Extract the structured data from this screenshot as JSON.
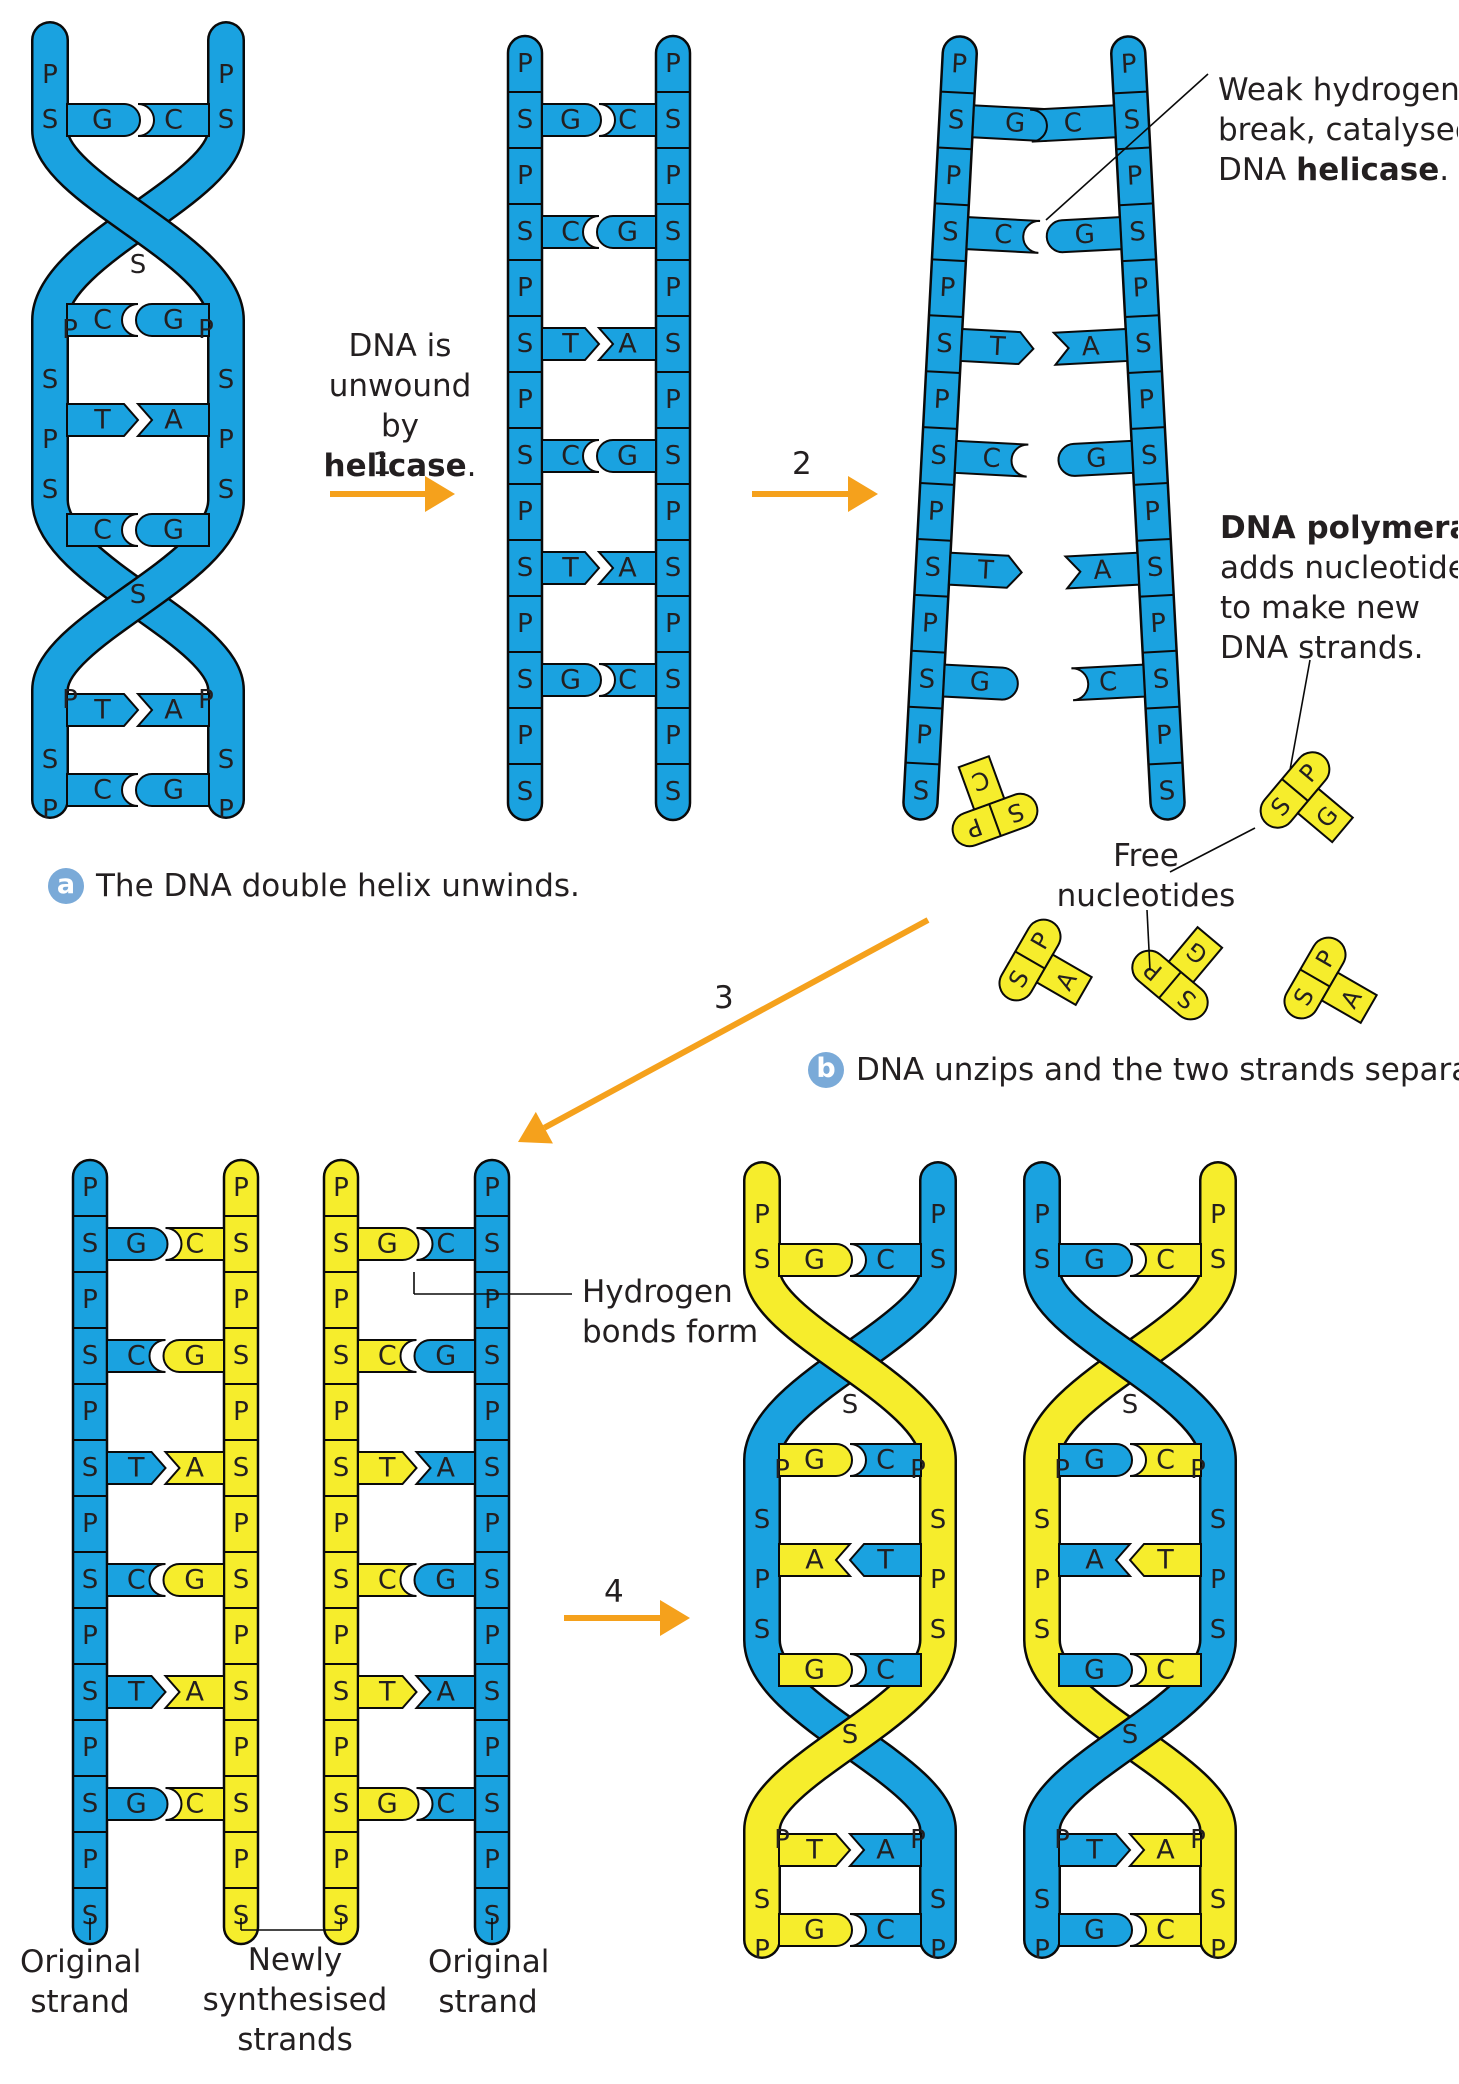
{
  "labels": {
    "unwound_1": "DNA is",
    "unwound_2": "unwound",
    "unwound_3": "by ",
    "unwound_3b": "helicase",
    "unwound_3c": ".",
    "weak_1": "Weak hydrogen bonds",
    "weak_2": "break, catalysed by",
    "weak_3": "DNA ",
    "weak_3b": "helicase",
    "weak_3c": ".",
    "poly_1": "DNA polymerase",
    "poly_2": "adds nucleotides",
    "poly_3": "to make new",
    "poly_4": "DNA strands.",
    "free_1": "Free",
    "free_2": "nucleotides",
    "hbonds_1": "Hydrogen",
    "hbonds_2": "bonds form",
    "orig_left_1": "Original",
    "orig_left_2": "strand",
    "new_1": "Newly",
    "new_2": "synthesised",
    "new_3": "strands",
    "orig_right_1": "Original",
    "orig_right_2": "strand"
  },
  "captions": {
    "a_badge": "a",
    "a_text": "The DNA double helix unwinds.",
    "b_badge": "b",
    "b_text": "DNA unzips and the two strands separate."
  },
  "steps": {
    "s1": "1",
    "s2": "2",
    "s3": "3",
    "s4": "4"
  },
  "glyphs": {
    "P": "P",
    "S": "S"
  },
  "pairs": {
    "ladder1": [
      [
        "G",
        "C"
      ],
      [
        "C",
        "G"
      ],
      [
        "T",
        "A"
      ],
      [
        "C",
        "G"
      ],
      [
        "T",
        "A"
      ],
      [
        "G",
        "C"
      ]
    ],
    "open": [
      [
        "G",
        "C"
      ],
      [
        "C",
        "G"
      ],
      [
        "T",
        "A"
      ],
      [
        "C",
        "G"
      ],
      [
        "T",
        "A"
      ],
      [
        "G",
        "C"
      ]
    ],
    "newladder": [
      [
        "G",
        "C"
      ],
      [
        "C",
        "G"
      ],
      [
        "T",
        "A"
      ],
      [
        "C",
        "G"
      ],
      [
        "T",
        "A"
      ],
      [
        "G",
        "C"
      ]
    ],
    "helixA": [
      [
        "G",
        "C"
      ],
      [
        "C",
        "G"
      ],
      [
        "T",
        "A"
      ],
      [
        "C",
        "G"
      ],
      [
        "T",
        "A"
      ],
      [
        "C",
        "G"
      ]
    ],
    "helixNew": [
      [
        "G",
        "C"
      ],
      [
        "G",
        "C"
      ],
      [
        "A",
        "T"
      ],
      [
        "G",
        "C"
      ],
      [
        "T",
        "A"
      ],
      [
        "G",
        "C"
      ]
    ]
  },
  "free_nucleotides": [
    "C",
    "A",
    "G",
    "A",
    "G"
  ],
  "colors": {
    "blue": "#1aa2e0",
    "yellow": "#f6ed2c",
    "arrow": "#f5a11c",
    "stroke": "#0a0a0a",
    "badge": "#7aaad8",
    "text": "#231f20"
  }
}
